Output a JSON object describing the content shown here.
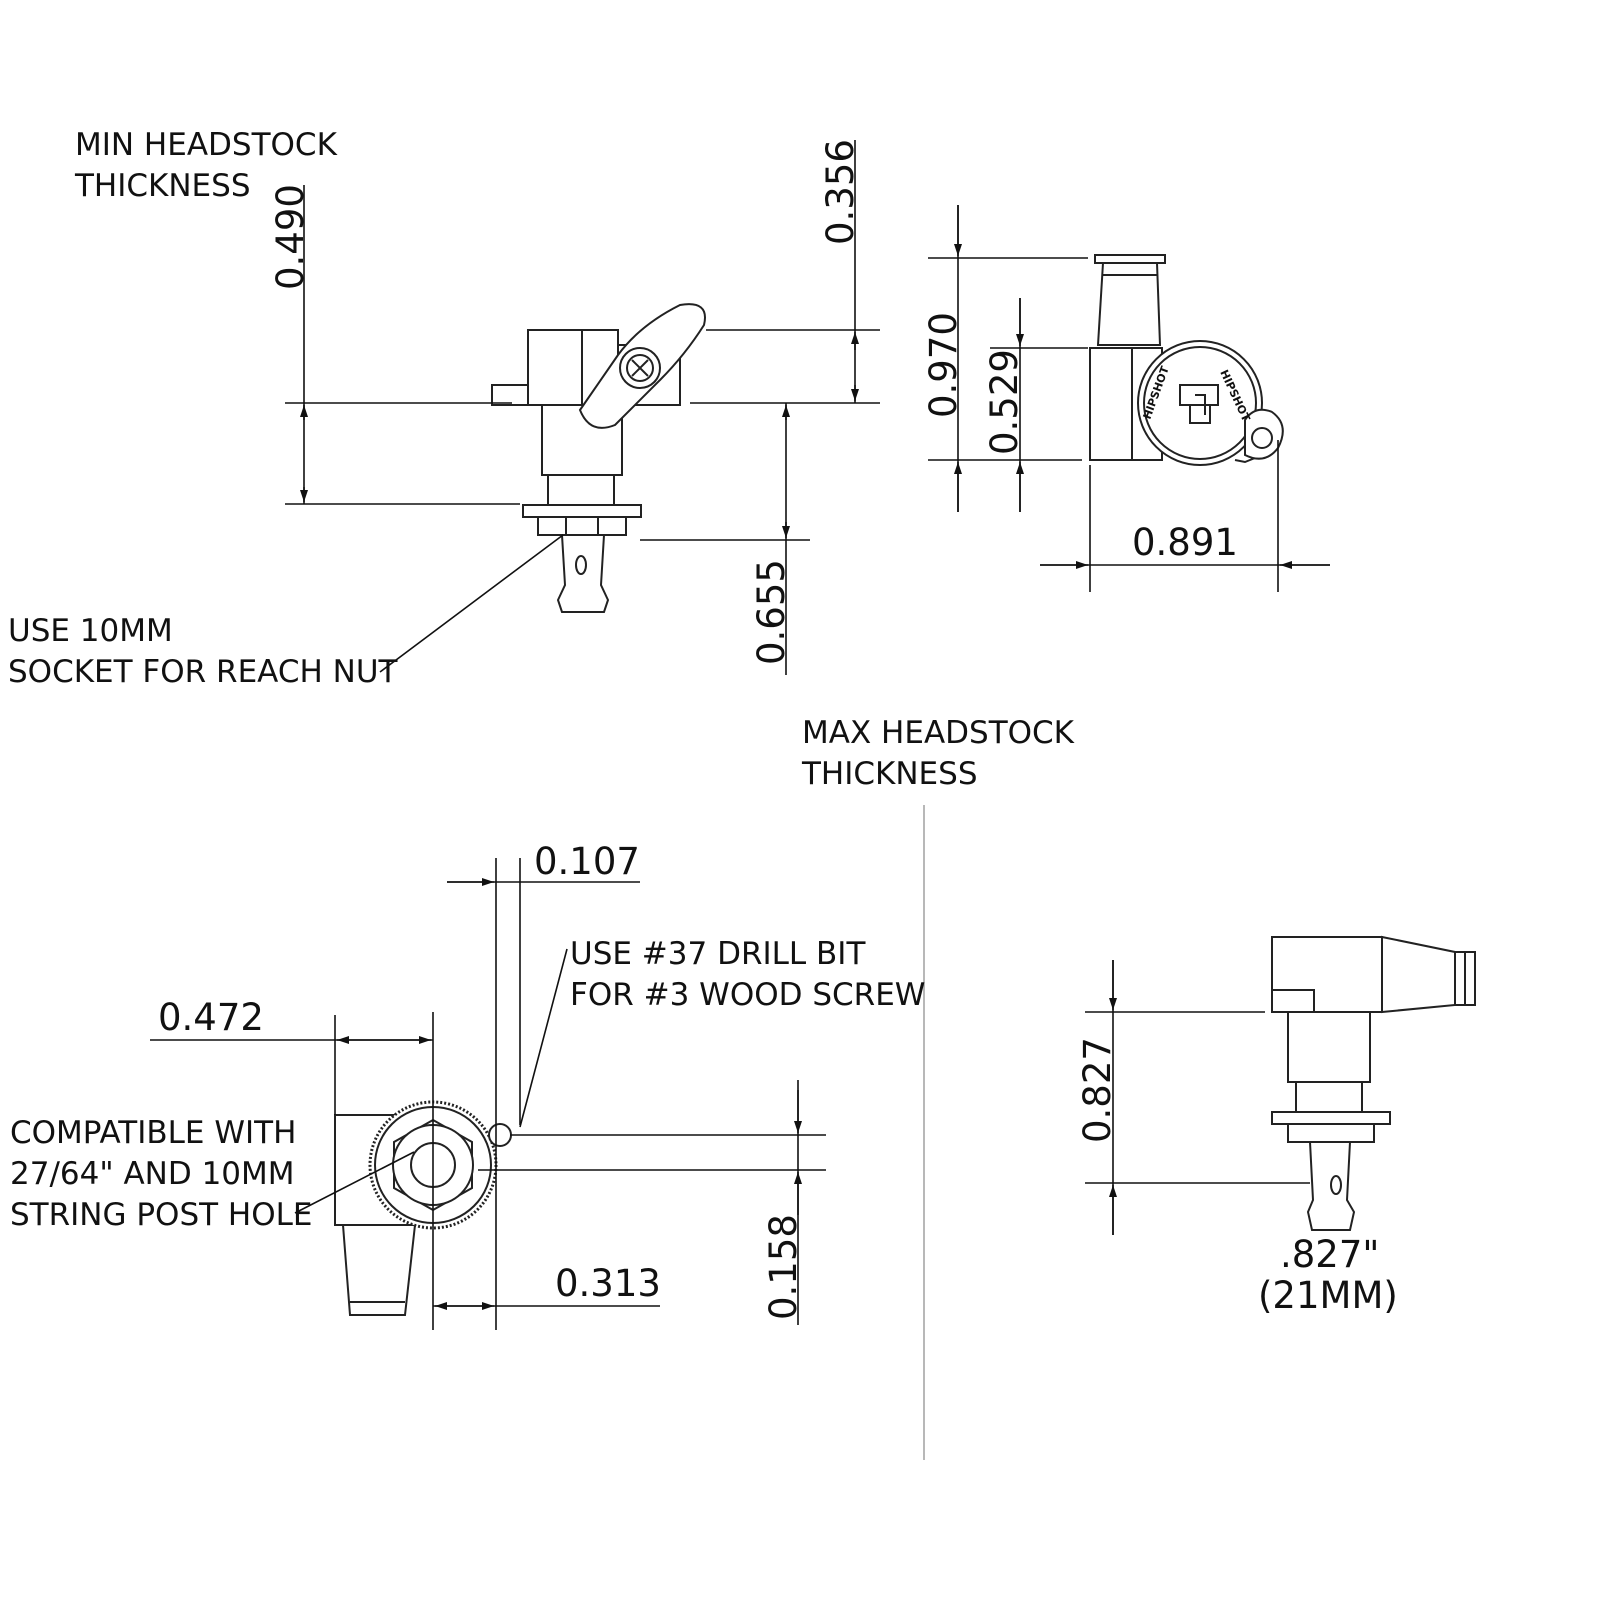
{
  "notes": {
    "min_headstock": [
      "MIN HEADSTOCK",
      "THICKNESS"
    ],
    "max_headstock": [
      "MAX HEADSTOCK",
      "THICKNESS"
    ],
    "socket": [
      "USE 10MM",
      "SOCKET FOR REACH NUT"
    ],
    "drill": [
      "USE #37 DRILL BIT",
      "FOR #3 WOOD SCREW"
    ],
    "compatible": [
      "COMPATIBLE WITH",
      "27/64\" AND 10MM",
      "STRING POST HOLE"
    ]
  },
  "dimensions": {
    "d_0490": "0.490",
    "d_0356": "0.356",
    "d_0655": "0.655",
    "d_0970": "0.970",
    "d_0529": "0.529",
    "d_0891": "0.891",
    "d_0107": "0.107",
    "d_0472": "0.472",
    "d_0313": "0.313",
    "d_0158": "0.158",
    "d_0827": "0.827",
    "post_height": [
      ".827\"",
      "(21MM)"
    ]
  },
  "logo": "HIPSHOT"
}
